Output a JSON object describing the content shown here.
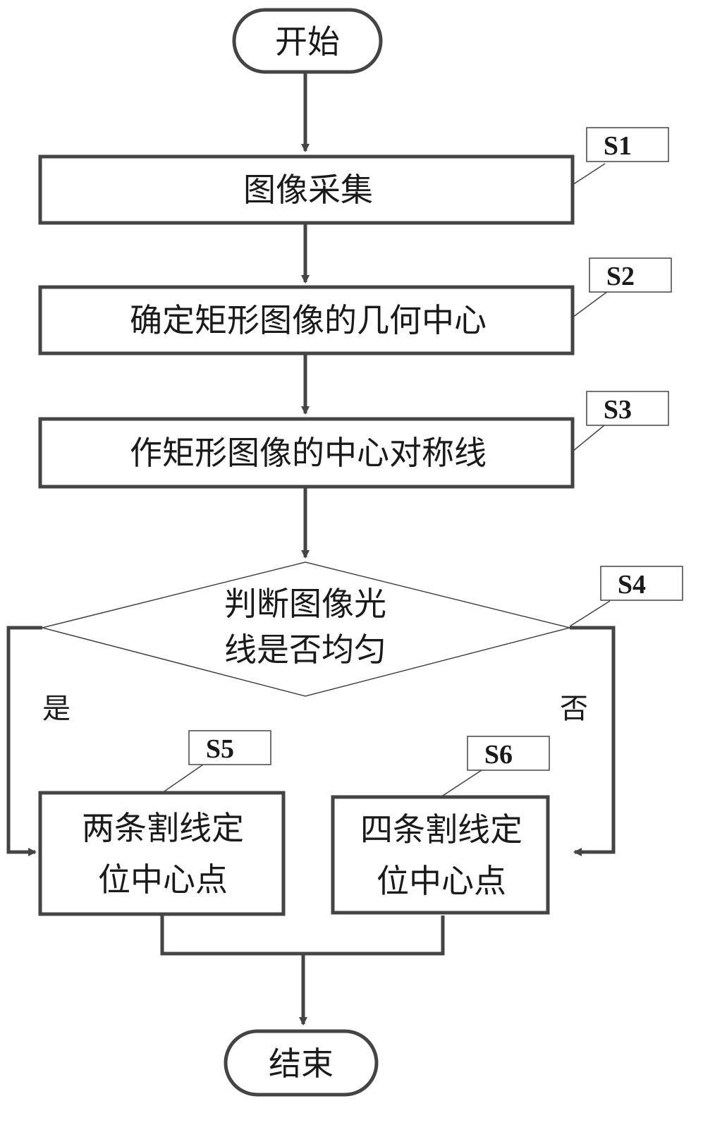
{
  "nodes": {
    "start": "开始",
    "end": "结束",
    "s1": "图像采集",
    "s2": "确定矩形图像的几何中心",
    "s3": "作矩形图像的中心对称线",
    "s4": [
      "判断图像光",
      "线是否均匀"
    ],
    "s5": [
      "两条割线定",
      "位中心点"
    ],
    "s6": [
      "四条割线定",
      "位中心点"
    ]
  },
  "step_labels": {
    "s1": "S1",
    "s2": "S2",
    "s3": "S3",
    "s4": "S4",
    "s5": "S5",
    "s6": "S6"
  },
  "branches": {
    "yes": "是",
    "no": "否"
  },
  "colors": {
    "stroke": "#444444",
    "text": "#1a1a1a"
  }
}
